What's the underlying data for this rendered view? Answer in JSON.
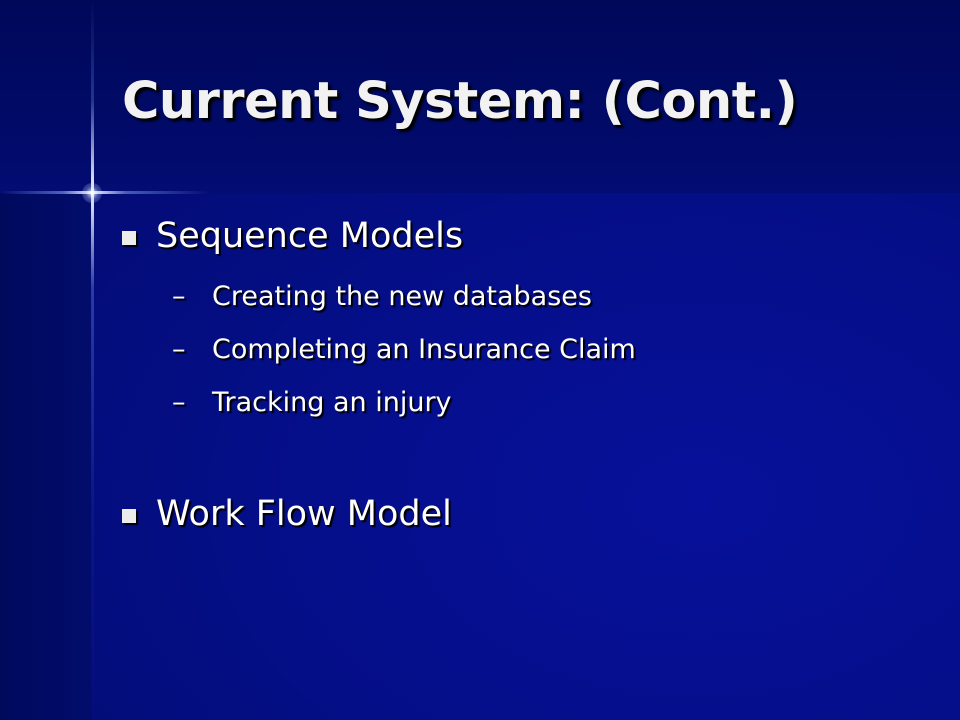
{
  "slide": {
    "title": "Current System: (Cont.)",
    "bullets": [
      {
        "label": "Sequence Models",
        "subitems": [
          "Creating the new databases",
          "Completing an Insurance Claim",
          "Tracking an injury"
        ]
      },
      {
        "label": "Work Flow Model",
        "subitems": []
      }
    ],
    "sub_marker": "–",
    "colors": {
      "background": "#050f8c",
      "top_band": "#00085a",
      "text": "#ffffff",
      "title_text": "#f2f2f2",
      "glow": "#ffffff"
    }
  }
}
